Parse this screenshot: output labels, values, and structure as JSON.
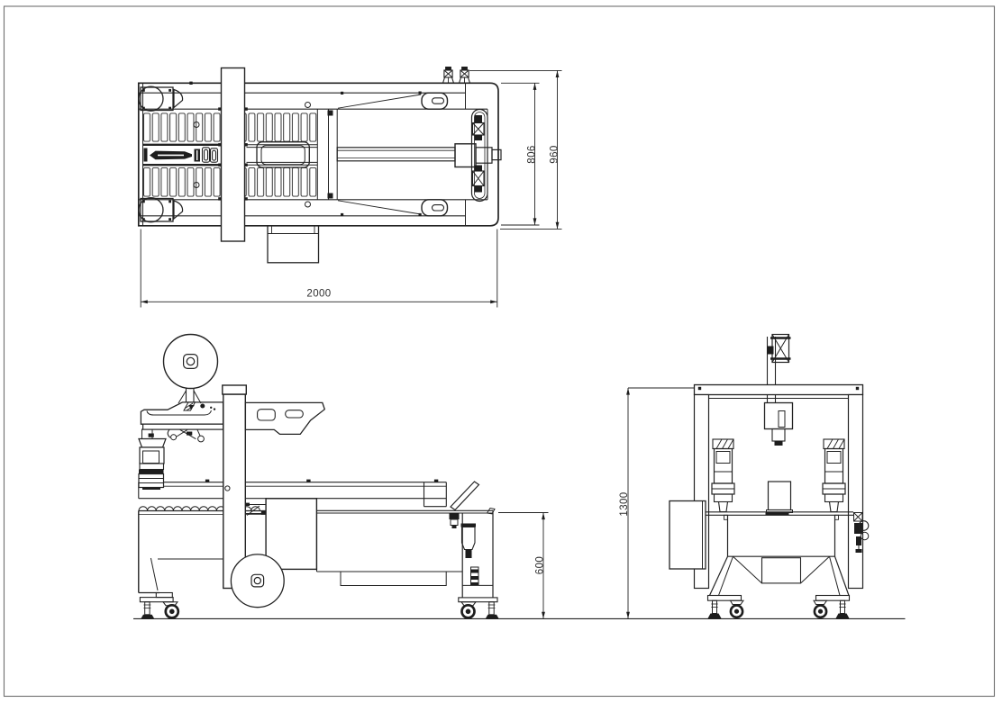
{
  "drawing": {
    "dimensions": {
      "top_view": {
        "width": "2000",
        "body_height": "806",
        "overall_height": "960"
      },
      "front_view": {
        "bed_height": "600"
      },
      "side_view": {
        "overall_height": "1300"
      }
    },
    "colors": {
      "line": "#232323",
      "background": "#ffffff",
      "page_border": "#6e6e6e",
      "dimension_text": "#2e2e2e"
    }
  }
}
